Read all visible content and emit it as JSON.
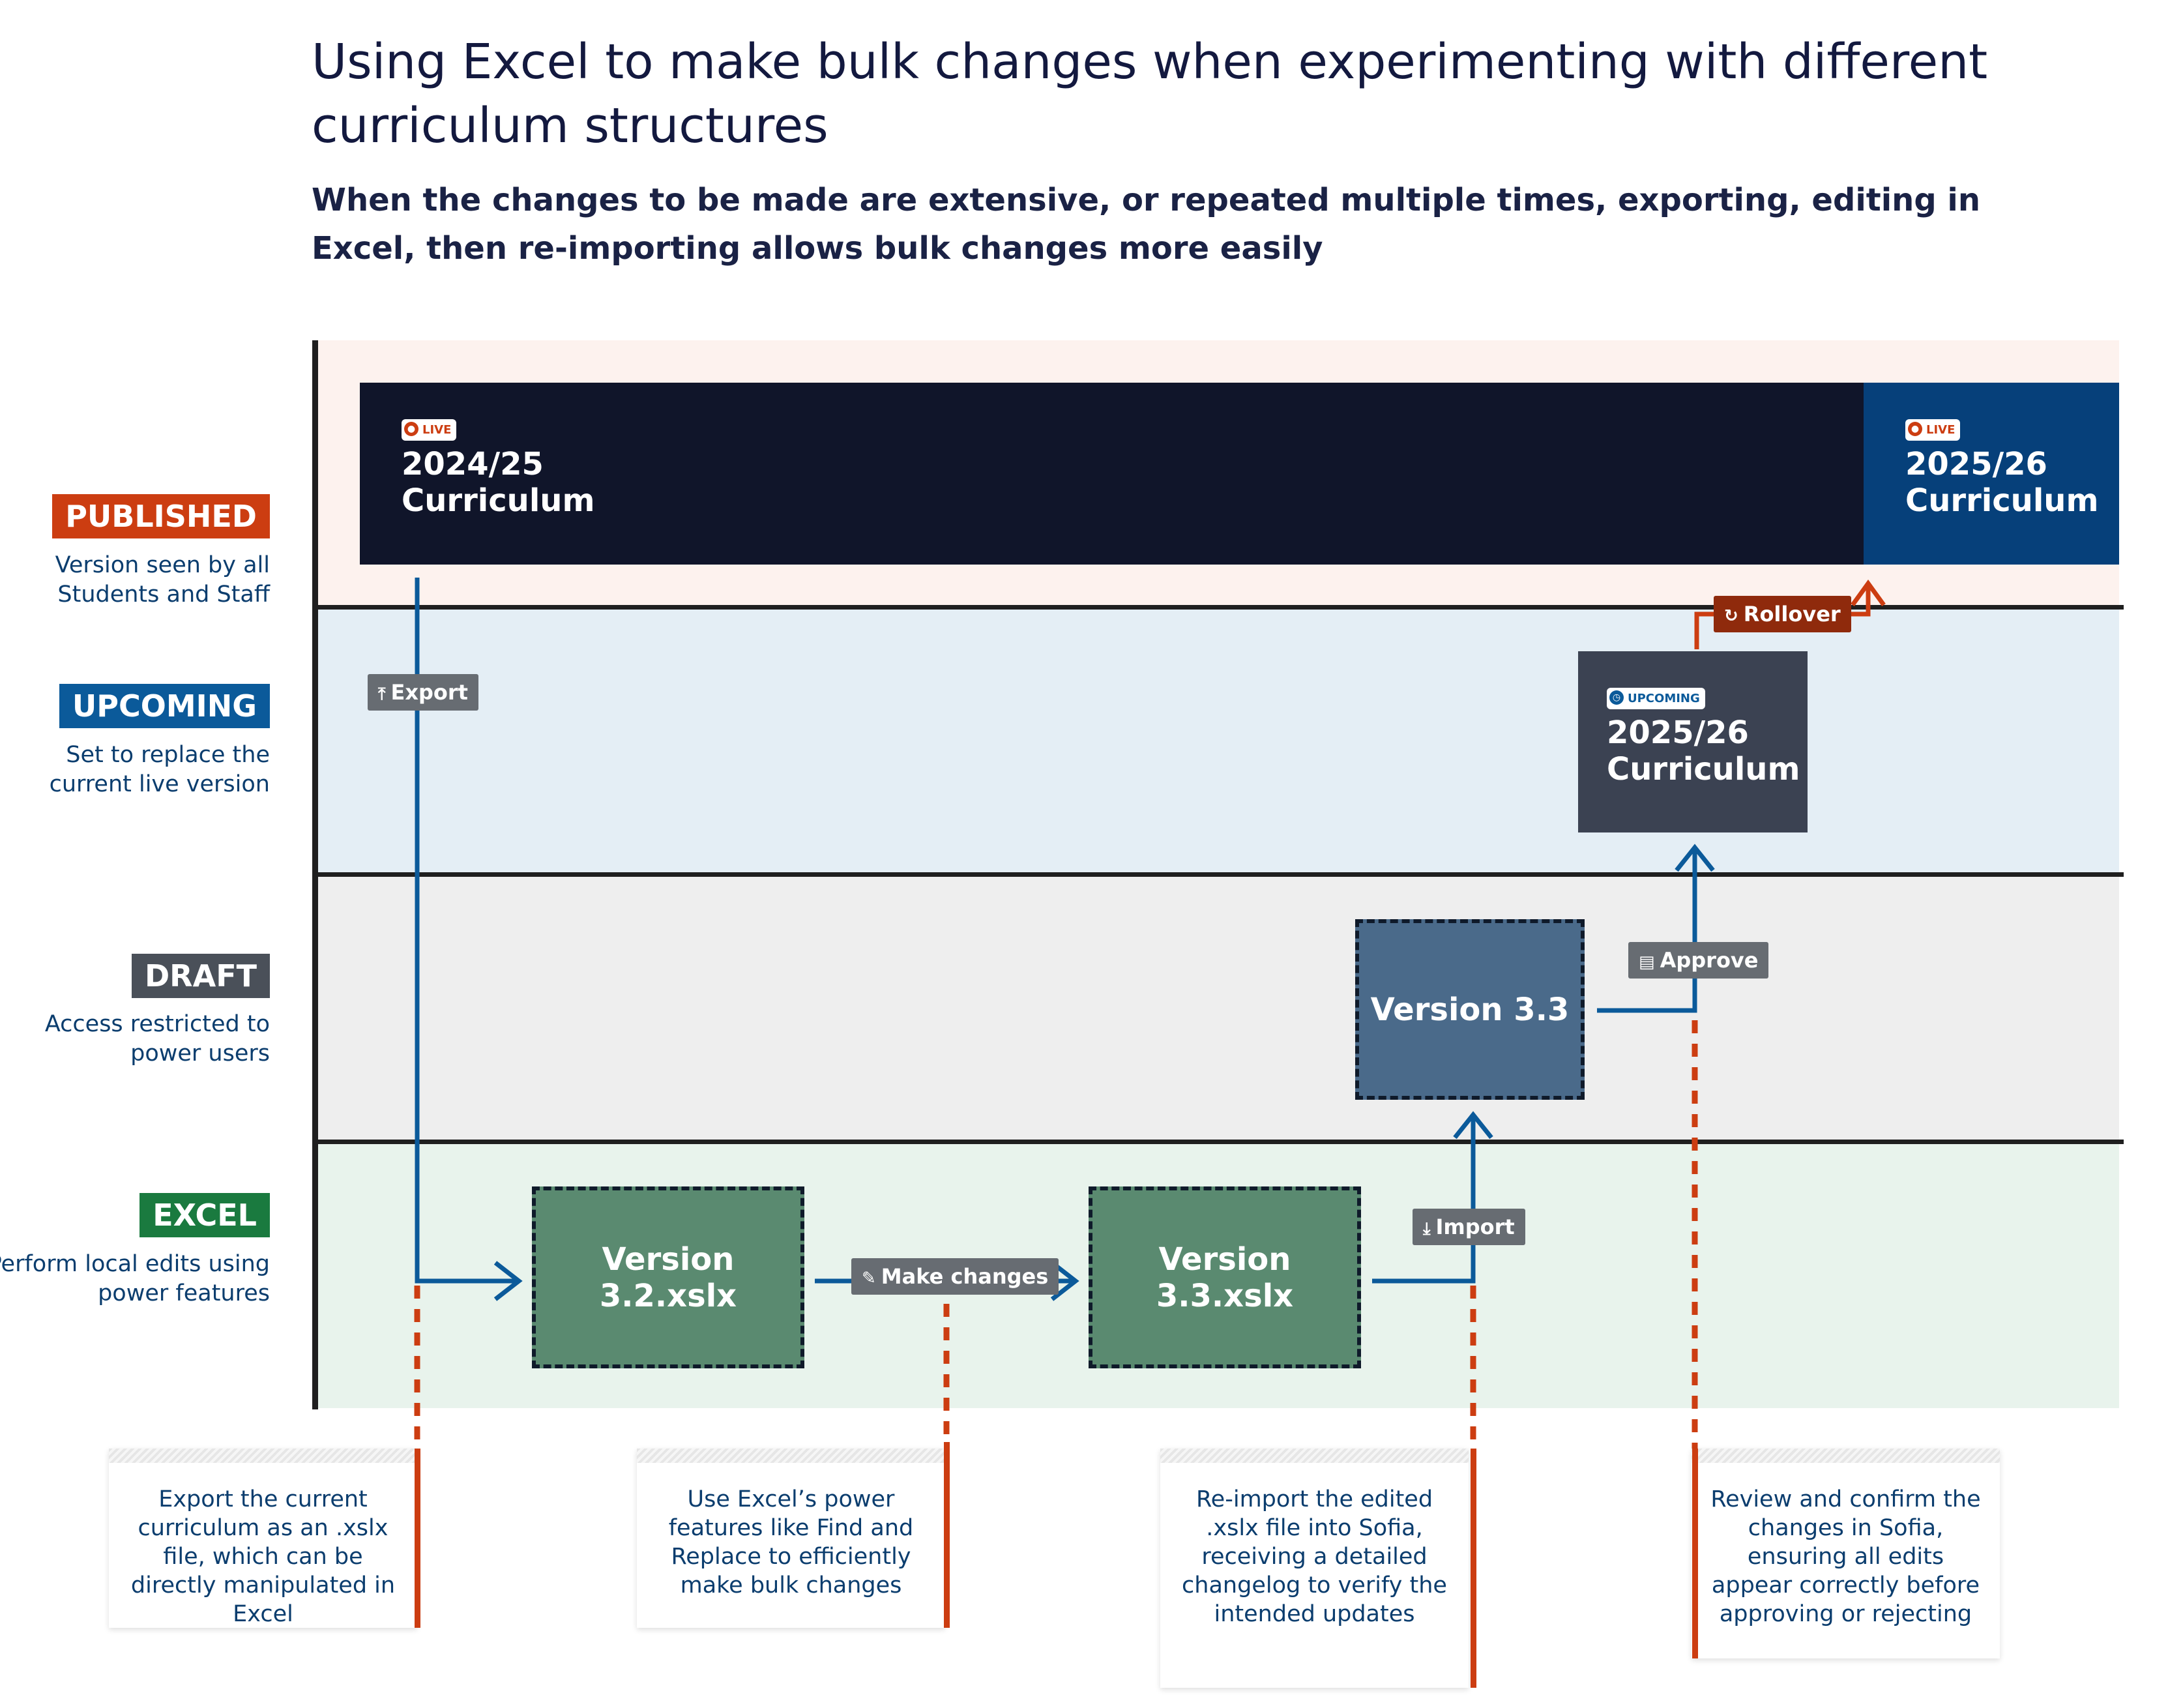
{
  "header": {
    "title": "Using Excel to make bulk changes when experimenting with different curriculum structures",
    "subtitle": "When the changes to be made are extensive, or repeated multiple times, exporting,  editing in Excel, then re-importing allows bulk changes more easily"
  },
  "lanes": [
    {
      "tag": "PUBLISHED",
      "desc": "Version seen by all Students and Staff",
      "color": "#cc3d11"
    },
    {
      "tag": "UPCOMING",
      "desc": "Set to replace the current live version",
      "color": "#0b5a9a"
    },
    {
      "tag": "DRAFT",
      "desc": "Access restricted to power users",
      "color": "#4a5059"
    },
    {
      "tag": "EXCEL",
      "desc": "Perform local edits using power features",
      "color": "#1a7a3f"
    }
  ],
  "blocks": {
    "live1": {
      "badge": "LIVE",
      "line1": "2024/25",
      "line2": "Curriculum"
    },
    "live2": {
      "badge": "LIVE",
      "line1": "2025/26",
      "line2": "Curriculum"
    },
    "upcoming": {
      "badge": "UPCOMING",
      "line1": "2025/26",
      "line2": "Curriculum"
    }
  },
  "versions": {
    "v33": "Version 3.3",
    "v32x": "Version 3.2.xslx",
    "v33x": "Version 3.3.xslx"
  },
  "actions": {
    "export": "Export",
    "approve": "Approve",
    "make_changes": "Make changes",
    "import": "Import",
    "rollover": "Rollover"
  },
  "notes": [
    "Export the current curriculum as an .xslx file, which can be directly manipulated in Excel",
    "Use Excel’s power features like Find and Replace to efficiently make bulk changes",
    "Re-import the edited .xslx file into Sofia, receiving a detailed changelog to verify the intended updates",
    "Review and confirm the changes in Sofia, ensuring all edits appear correctly before approving or rejecting"
  ],
  "colors": {
    "flow_blue": "#0b5a9a",
    "rollover_red": "#cc3d11"
  }
}
